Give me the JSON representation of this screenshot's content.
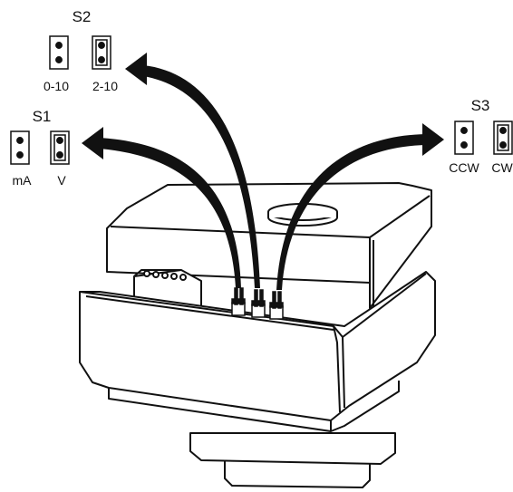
{
  "switches": {
    "s1": {
      "title": "S1",
      "left_label": "mA",
      "right_label": "V"
    },
    "s2": {
      "title": "S2",
      "left_label": "0-10",
      "right_label": "2-10"
    },
    "s3": {
      "title": "S3",
      "left_label": "CCW",
      "right_label": "CW"
    }
  },
  "colors": {
    "line": "#111111",
    "background": "#ffffff",
    "highlight": "#eeeeee"
  }
}
